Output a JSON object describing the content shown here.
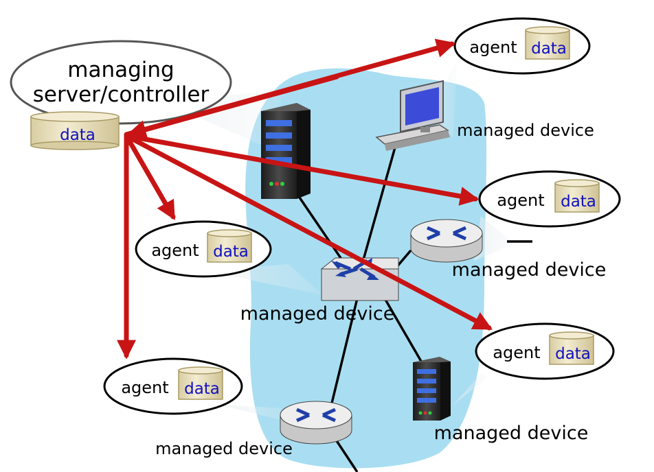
{
  "manager": {
    "title_line1": "managing",
    "title_line2": "server/controller",
    "data_label": "data"
  },
  "agents": [
    {
      "agent_label": "agent",
      "data_label": "data"
    },
    {
      "agent_label": "agent",
      "data_label": "data"
    },
    {
      "agent_label": "agent",
      "data_label": "data"
    },
    {
      "agent_label": "agent",
      "data_label": "data"
    },
    {
      "agent_label": "agent",
      "data_label": "data"
    }
  ],
  "devices": [
    {
      "label": "managed device"
    },
    {
      "label": "managed device"
    },
    {
      "label": "managed device"
    },
    {
      "label": "managed device"
    },
    {
      "label": "managed device"
    }
  ],
  "colors": {
    "network_region": "#a9def2",
    "arrow": "#c81414",
    "database": "#e8dfc0",
    "database_edge": "#a89a66",
    "router": "#e6e6e6",
    "router_icon": "#1f3fa8",
    "server": "#2b2b2b",
    "server_light": "#3f6fe0"
  }
}
